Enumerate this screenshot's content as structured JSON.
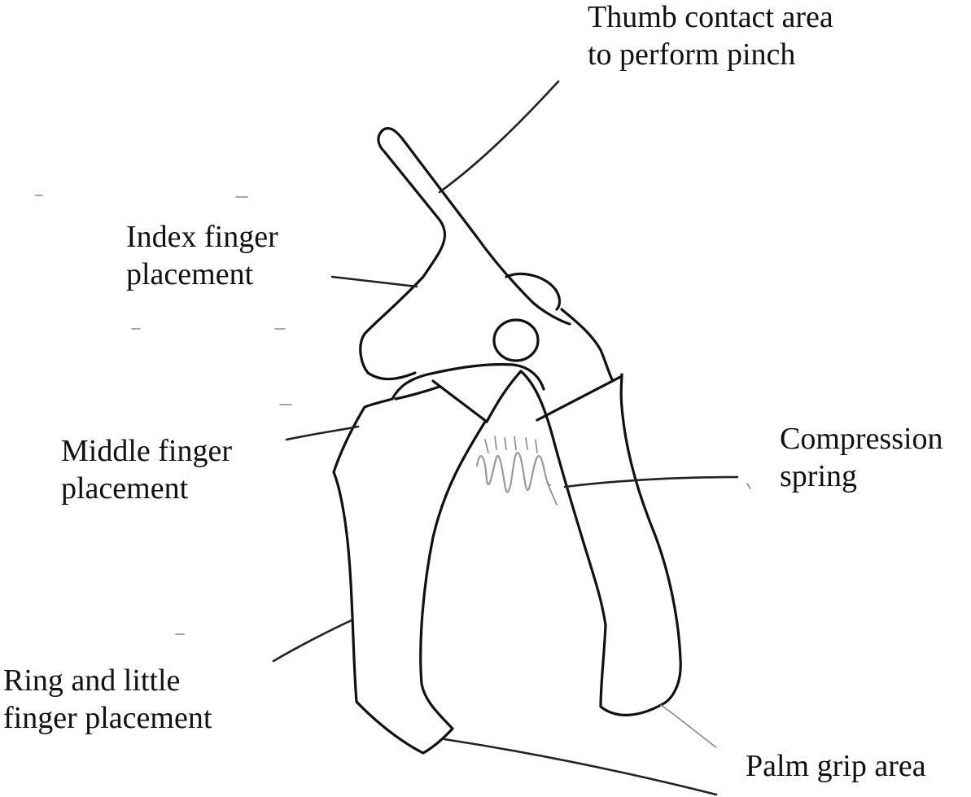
{
  "labels": {
    "thumb": [
      "Thumb contact area",
      "to perform pinch"
    ],
    "index": [
      "Index finger",
      "placement"
    ],
    "middle": [
      "Middle finger",
      "placement"
    ],
    "spring": [
      "Compression",
      "spring"
    ],
    "ring": [
      "Ring and little",
      "finger placement"
    ],
    "palm": [
      "Palm grip area"
    ]
  },
  "colors": {
    "ink": "#111111",
    "spring": "#9a9a9a",
    "background": "#ffffff"
  }
}
